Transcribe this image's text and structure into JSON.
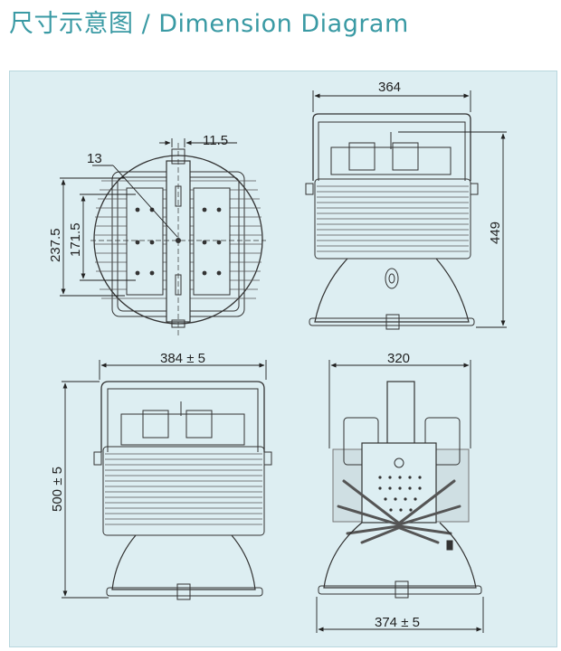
{
  "title": "尺寸示意图 / Dimension Diagram",
  "dimensions": {
    "d13": "13",
    "d11_5": "11.5",
    "d237_5": "237.5",
    "d171_5": "171.5",
    "d364": "364",
    "d449": "449",
    "d384": "384 ± 5",
    "d500": "500 ± 5",
    "d320": "320",
    "d374": "374 ± 5"
  }
}
